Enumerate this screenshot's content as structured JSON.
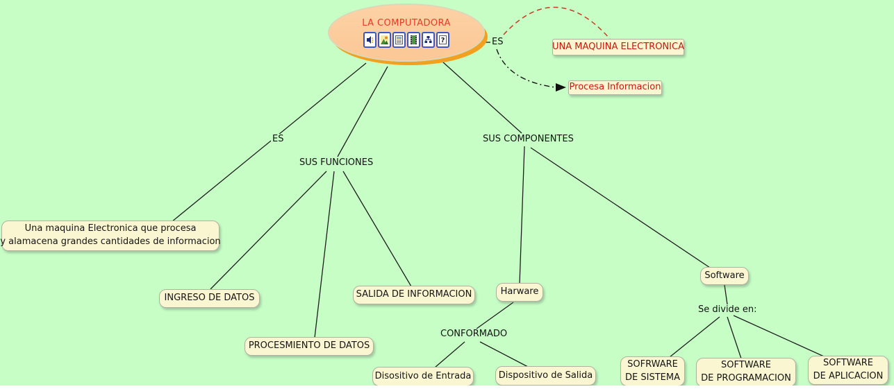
{
  "colors": {
    "background": "#c6fec6",
    "node_fill": "#faf6d1",
    "node_border": "#b1b1a0",
    "line": "#1d1d1d",
    "red_link_dashed": "#cc3a22",
    "red_node_text": "#c7170b",
    "root_title_red": "#e63c26",
    "root_ellipse_fill": "#fbc795",
    "root_ellipse_shadow": "#f1a11f"
  },
  "root": {
    "title": "LA COMPUTADORA",
    "icons": [
      "speaker",
      "image",
      "document",
      "film",
      "hierarchy",
      "question"
    ]
  },
  "links": {
    "es_right": "ES",
    "es_left": "ES",
    "sus_funciones": "SUS FUNCIONES",
    "sus_componentes": "SUS COMPONENTES",
    "conformado": "CONFORMADO",
    "se_divide": "Se divide en:"
  },
  "nodes": {
    "una_maquina": "UNA MAQUINA ELECTRONICA",
    "procesa": "Procesa Informacion",
    "descripcion": {
      "line1": "Una maquina Electronica que procesa",
      "line2": "y alamacena grandes cantidades  de informacion"
    },
    "ingreso": "INGRESO DE DATOS",
    "procesamiento": "PROCESMIENTO DE DATOS",
    "salida": "SALIDA DE INFORMACION",
    "harware": "Harware",
    "software": "Software",
    "disp_entrada": "Disositivo de Entrada",
    "disp_salida": "Dispositivo de Salida",
    "sw_sistema": {
      "line1": "SOFRWARE",
      "line2": "DE SISTEMA"
    },
    "sw_programacion": {
      "line1": "SOFTWARE",
      "line2": "DE PROGRAMACION"
    },
    "sw_aplicacion": {
      "line1": "SOFTWARE",
      "line2": "DE APLICACION"
    }
  }
}
